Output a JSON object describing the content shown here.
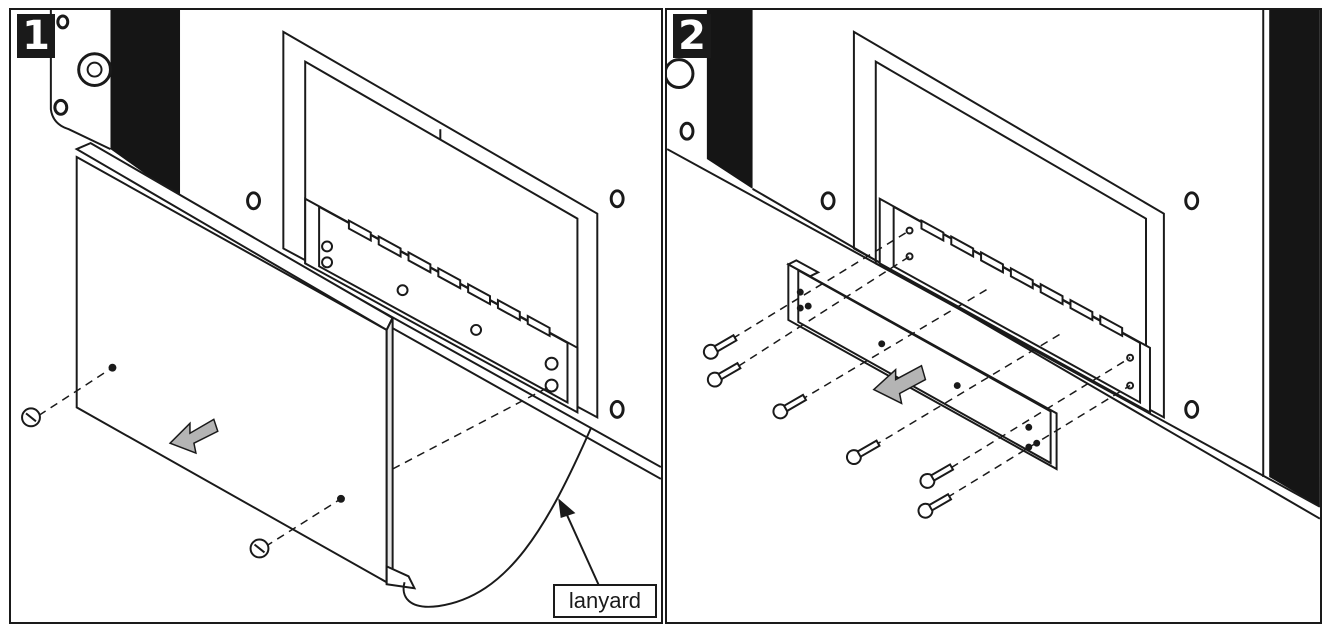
{
  "figure": {
    "panels": [
      {
        "step_number": "1",
        "callout": "lanyard"
      },
      {
        "step_number": "2"
      }
    ]
  },
  "colors": {
    "line": "#1a1a1a",
    "panel_background": "#ffffff",
    "arrow_fill": "#b4b4b4",
    "dark_fins": "#151515"
  },
  "icons": [
    "direction-arrow-icon",
    "screw-icon"
  ]
}
